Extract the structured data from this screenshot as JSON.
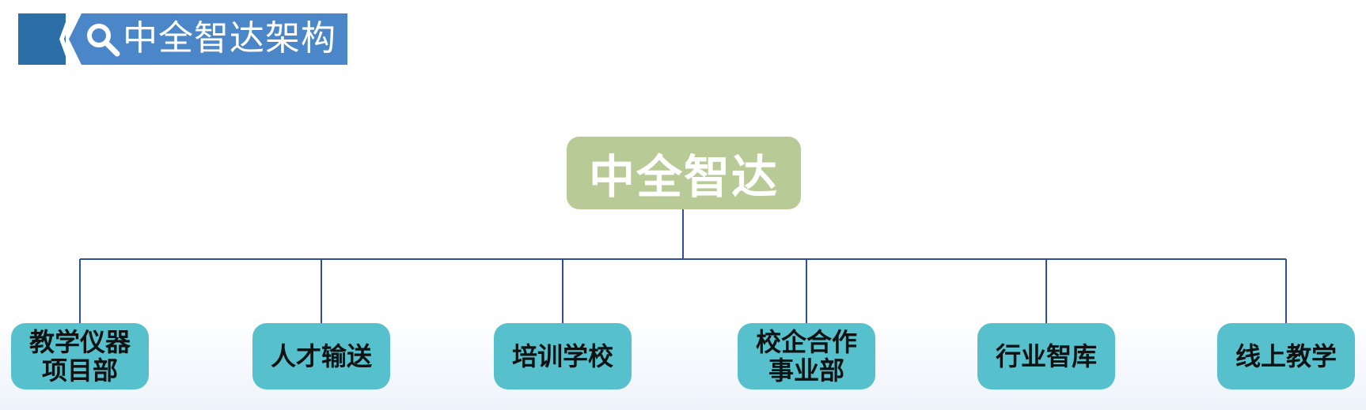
{
  "header": {
    "title": "中全智达架构",
    "icon": "search-icon",
    "colors": {
      "dark": "#2c6ea8",
      "main": "#4a86c8"
    }
  },
  "org_chart": {
    "root": {
      "label": "中全智达",
      "color": "#b8ca96"
    },
    "line_color": "#2e4fa0",
    "children": [
      {
        "lines": [
          "教学仪器",
          "项目部"
        ]
      },
      {
        "lines": [
          "人才输送"
        ]
      },
      {
        "lines": [
          "培训学校"
        ]
      },
      {
        "lines": [
          "校企合作",
          "事业部"
        ]
      },
      {
        "lines": [
          "行业智库"
        ]
      },
      {
        "lines": [
          "线上教学"
        ]
      }
    ],
    "child_color": "#56c0cc"
  }
}
